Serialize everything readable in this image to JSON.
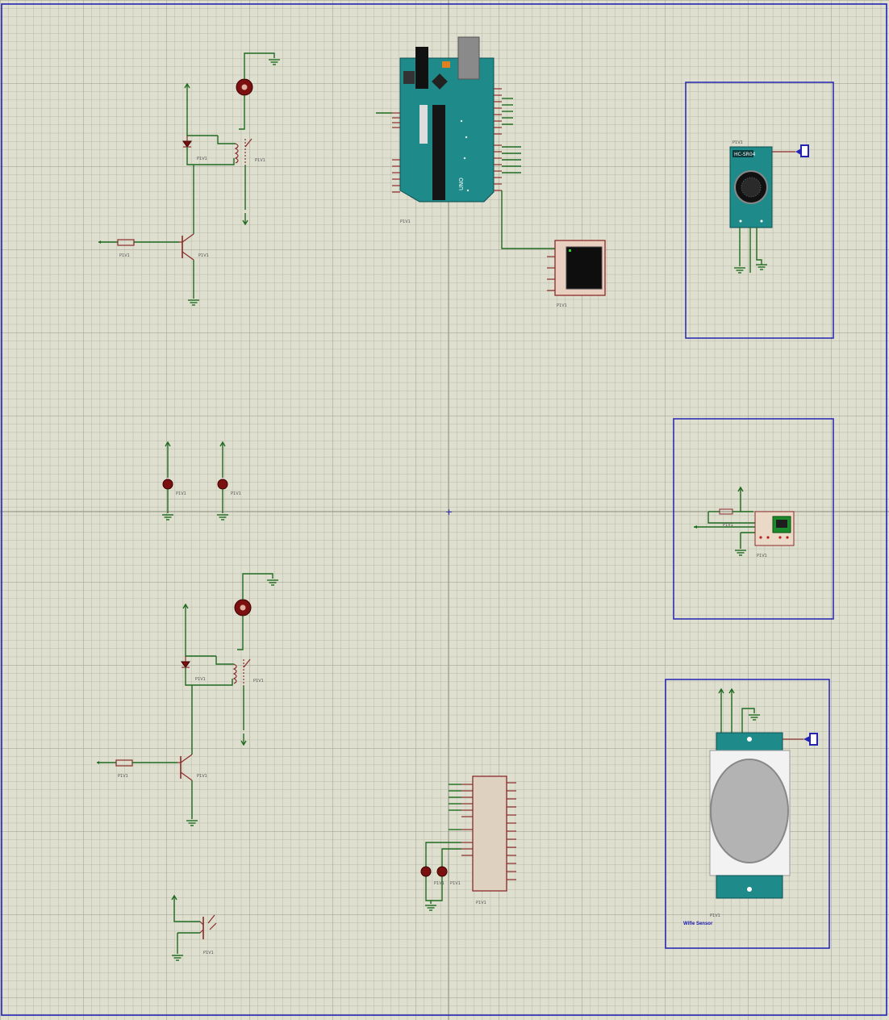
{
  "window": {
    "title": ""
  },
  "canvas": {
    "background": "#dfdfd0",
    "grid_color": "#b8b8a8",
    "frame_color": "#2323b4",
    "wire_color": "#1f6a1f",
    "pin_color": "#8b2a2a"
  },
  "components": {
    "motor_driver_top": {
      "label_diode": "P1V1",
      "label_relay": "P1V1",
      "label_resistor": "P1V1",
      "label_transistor": "P1V1"
    },
    "motor_driver_bottom": {
      "label_diode": "P1V1",
      "label_relay": "P1V1",
      "label_resistor": "P1V1",
      "label_transistor": "P1V1"
    },
    "leds": {
      "led1": "P1V1",
      "led2": "P1V1",
      "led3": "P1V1",
      "led4": "P1V1"
    },
    "arduino": {
      "label": "P1V1",
      "board_text": "UNO"
    },
    "lcd": {
      "label": "P1V1"
    },
    "ultrasonic": {
      "label": "P1V1",
      "module_text": "HC-SR04"
    },
    "sensor_module": {
      "label": "P1V1",
      "label_resistor": "P1V1"
    },
    "pir": {
      "label": "P1V1",
      "caption": "Wifle Sensor"
    },
    "ic": {
      "label": "P1V1"
    },
    "phototransistor": {
      "label": "P1V1"
    }
  }
}
